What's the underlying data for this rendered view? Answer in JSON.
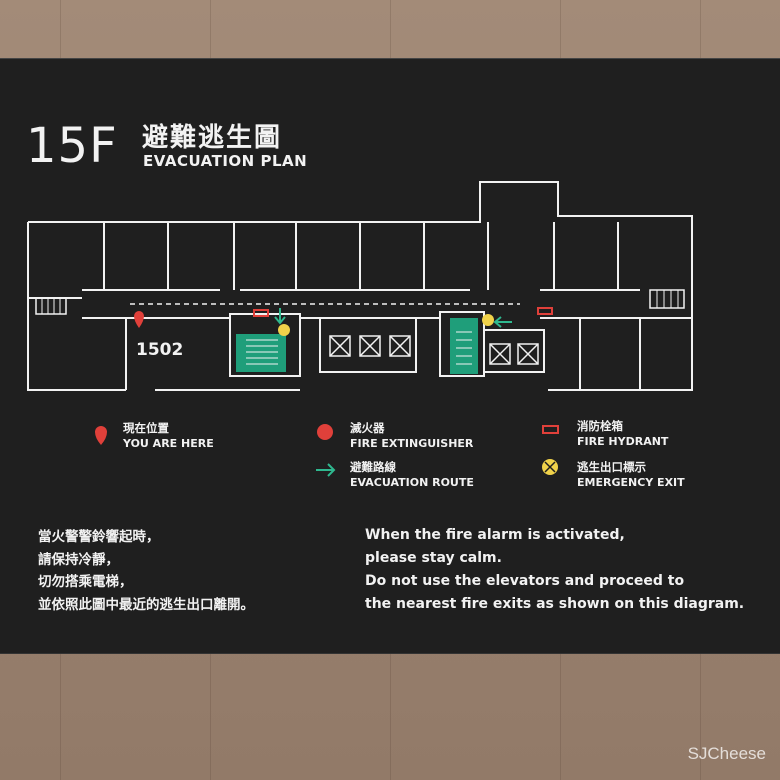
{
  "sign": {
    "floor": "15F",
    "title_zh": "避難逃生圖",
    "title_en": "EVACUATION PLAN",
    "room_number": "1502"
  },
  "legend": {
    "you_are_here": {
      "zh": "現在位置",
      "en": "YOU ARE HERE",
      "color": "#e0403a"
    },
    "fire_extinguisher": {
      "zh": "滅火器",
      "en": "FIRE EXTINGUISHER",
      "color": "#e0403a"
    },
    "fire_hydrant": {
      "zh": "消防栓箱",
      "en": "FIRE HYDRANT",
      "color": "#e0403a"
    },
    "evacuation_route": {
      "zh": "避難路線",
      "en": "EVACUATION ROUTE",
      "color": "#2fb88f"
    },
    "emergency_exit": {
      "zh": "逃生出口標示",
      "en": "EMERGENCY EXIT",
      "color": "#f0d24a"
    }
  },
  "message": {
    "zh": [
      "當火警警鈴響起時，",
      "請保持冷靜，",
      "切勿搭乘電梯，",
      "並依照此圖中最近的逃生出口離開。"
    ],
    "en": [
      "When the fire alarm is activated,",
      "please stay calm.",
      "Do not use the elevators and proceed to",
      "the nearest fire exits as shown on this diagram."
    ]
  },
  "watermark": "SJCheese",
  "colors": {
    "board": "#1f1f1f",
    "line": "#f2f2f2",
    "route": "#2fb88f",
    "stair_fill": "#1f9e7a"
  }
}
